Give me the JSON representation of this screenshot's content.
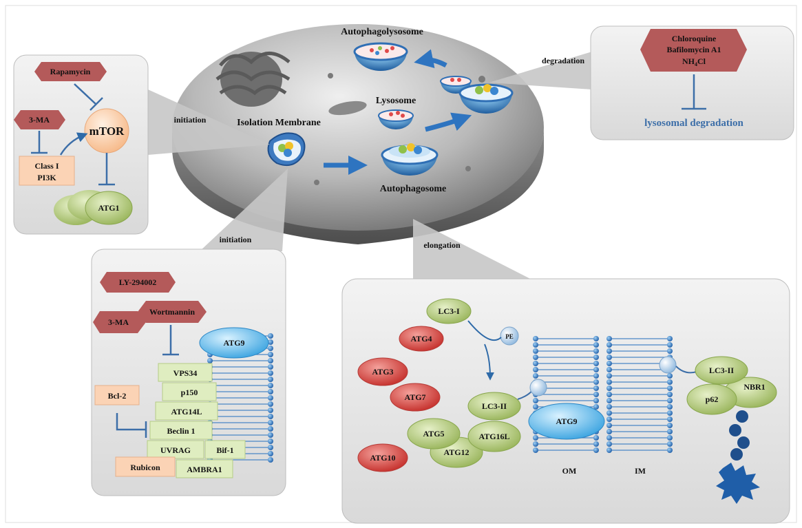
{
  "cell": {
    "isolation_membrane": "Isolation Membrane",
    "autophagosome": "Autophagosome",
    "lysosome": "Lysosome",
    "autophagolysosome": "Autophagolysosome"
  },
  "connectors": {
    "initiation_left": "initiation",
    "initiation_bottom": "initiation",
    "elongation": "elongation",
    "degradation": "degradation"
  },
  "mtor_panel": {
    "rapamycin": "Rapamycin",
    "three_ma": "3-MA",
    "mtor": "mTOR",
    "class1_line1": "Class I",
    "class1_line2": "PI3K",
    "atg1": "ATG1"
  },
  "degradation_panel": {
    "drug1": "Chloroquine",
    "drug2": "Bafilomycin A1",
    "drug3_main": "NH",
    "drug3_sub": "4",
    "drug3_end": "Cl",
    "target": "lysosomal degradation"
  },
  "pi3k_panel": {
    "ly": "LY-294002",
    "wortmannin": "Wortmannin",
    "three_ma": "3-MA",
    "atg9": "ATG9",
    "vps34": "VPS34",
    "p150": "p150",
    "atg14l": "ATG14L",
    "bcl2": "Bcl-2",
    "beclin1": "Beclin 1",
    "uvrag": "UVRAG",
    "bif1": "Bif-1",
    "rubicon": "Rubicon",
    "ambra1": "AMBRA1"
  },
  "elongation_panel": {
    "lc3i": "LC3-I",
    "atg4": "ATG4",
    "pe": "PE",
    "atg3": "ATG3",
    "atg7": "ATG7",
    "lc3ii_left": "LC3-II",
    "atg5": "ATG5",
    "atg16l": "ATG16L",
    "atg12": "ATG12",
    "atg10": "ATG10",
    "atg9": "ATG9",
    "om": "OM",
    "im": "IM",
    "lc3ii_right": "LC3-II",
    "p62": "p62",
    "nbr1": "NBR1"
  },
  "colors": {
    "red_protein": "#d94a45",
    "green_protein": "#b9cf86",
    "inhibitor": "#b85f5f",
    "pale_orange": "#fbd3b5",
    "membrane_blue": "#2f6fb5",
    "inhibit_line": "#3c6ea8",
    "panel_fill": "#e9e9e9"
  }
}
